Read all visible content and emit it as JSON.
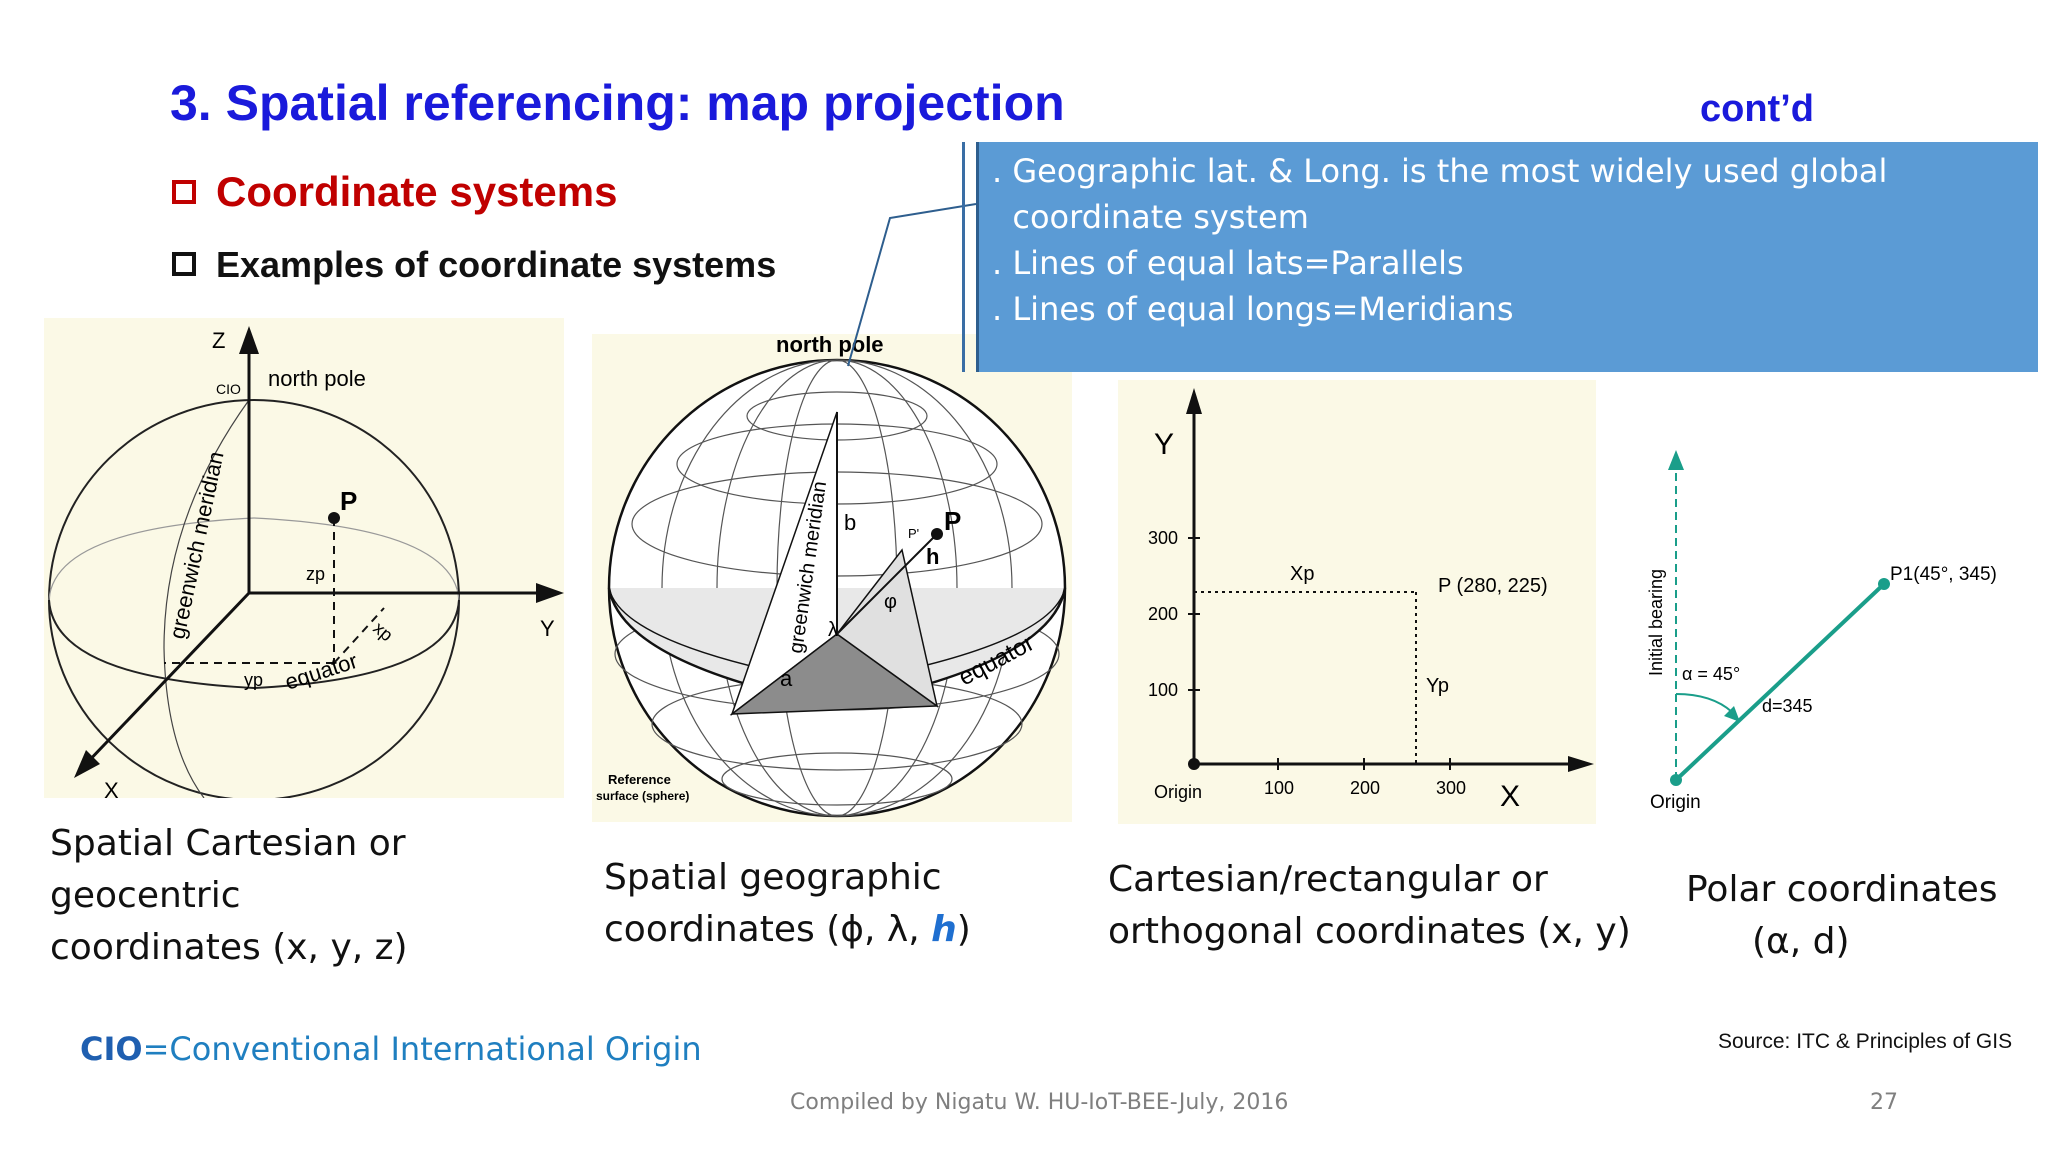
{
  "slide": {
    "title": "3. Spatial referencing: map projection",
    "contd": "cont’d",
    "section1": "Coordinate systems",
    "section2": "Examples of coordinate systems"
  },
  "callout": {
    "lines": [
      ". Geographic lat. & Long. is the most widely used global",
      "  coordinate system",
      ". Lines of equal lats=Parallels",
      ". Lines of equal longs=Meridians"
    ]
  },
  "fig1": {
    "z": "Z",
    "y": "Y",
    "x": "X",
    "cio": "CIO",
    "north_pole": "north pole",
    "meridian": "greenwich meridian",
    "equator": "equator",
    "p": "P",
    "zp": "zp",
    "xp": "xp",
    "yp": "yp"
  },
  "fig2": {
    "north_pole": "north pole",
    "meridian": "greenwich meridian",
    "equator": "equator",
    "p": "P",
    "p_prime": "P'",
    "h": "h",
    "b": "b",
    "a": "a",
    "lambda": "λ",
    "phi": "φ",
    "ref1": "Reference",
    "ref2": "surface (sphere)"
  },
  "fig3": {
    "y_axis": "Y",
    "x_axis": "X",
    "origin": "Origin",
    "y_ticks": [
      "300",
      "200",
      "100"
    ],
    "x_ticks": [
      "100",
      "200",
      "300"
    ],
    "xp": "Xp",
    "yp": "Yp",
    "point": "P (280, 225)"
  },
  "fig4": {
    "bearing": "Initial bearing",
    "point": "P1(45°, 345)",
    "alpha": "α = 45°",
    "d": "d=345",
    "origin": "Origin"
  },
  "captions": {
    "c1": [
      "Spatial Cartesian or",
      "geocentric",
      "coordinates (x, y, z)"
    ],
    "c2a": "Spatial geographic",
    "c2b_pre": "coordinates (ϕ, λ, ",
    "c2b_h": "h",
    "c2b_post": ")",
    "c3": [
      "Cartesian/rectangular or",
      "orthogonal coordinates (x, y)"
    ],
    "c4": [
      "Polar coordinates",
      "(α, d)"
    ]
  },
  "footnote": {
    "abbr": "CIO",
    "text": "=Conventional International Origin"
  },
  "source": "Source: ITC & Principles of GIS",
  "footer": "Compiled by Nigatu W. HU-IoT-BEE-July, 2016",
  "page_number": "27",
  "colors": {
    "title": "#1a1adb",
    "section": "#c00000",
    "callout": "#5b9bd5",
    "teal": "#1a9e8a",
    "figure_bg": "#fbf9e6"
  }
}
